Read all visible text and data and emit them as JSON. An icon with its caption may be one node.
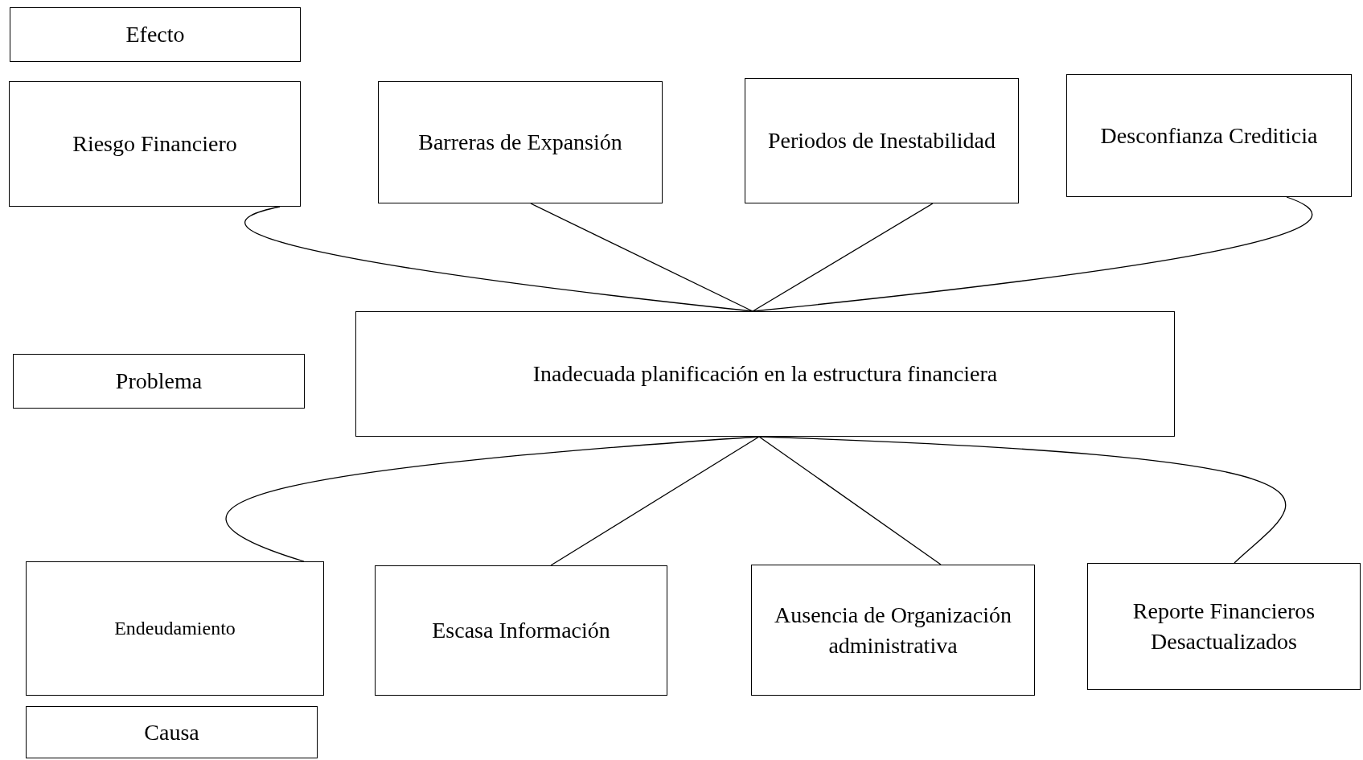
{
  "diagram": {
    "nodes": [
      {
        "text": [
          "Efecto"
        ]
      },
      {
        "text": [
          "Riesgo Financiero"
        ]
      },
      {
        "text": [
          "Barreras de Expansión"
        ]
      },
      {
        "text": [
          "Periodos de Inestabilidad"
        ]
      },
      {
        "text": [
          "Desconfianza Crediticia"
        ]
      },
      {
        "text": [
          "Problema"
        ]
      },
      {
        "text": [
          "Inadecuada planificación en la estructura financiera"
        ]
      },
      {
        "text": [
          "Endeudamiento"
        ]
      },
      {
        "text": [
          "Escasa Información"
        ]
      },
      {
        "text": [
          "Ausencia de Organización administrativa"
        ]
      },
      {
        "text": [
          "Reporte Financieros Desactualizados"
        ]
      },
      {
        "text": [
          "Causa"
        ]
      }
    ],
    "edges": [
      {
        "from": 1,
        "to": 6,
        "arrow": "none"
      },
      {
        "from": 2,
        "to": 6,
        "arrow": "none"
      },
      {
        "from": 3,
        "to": 6,
        "arrow": "none"
      },
      {
        "from": 4,
        "to": 6,
        "arrow": "none"
      },
      {
        "from": 6,
        "to": 7,
        "arrow": "none"
      },
      {
        "from": 6,
        "to": 8,
        "arrow": "none"
      },
      {
        "from": 6,
        "to": 9,
        "arrow": "none"
      },
      {
        "from": 6,
        "to": 10,
        "arrow": "none"
      }
    ]
  }
}
